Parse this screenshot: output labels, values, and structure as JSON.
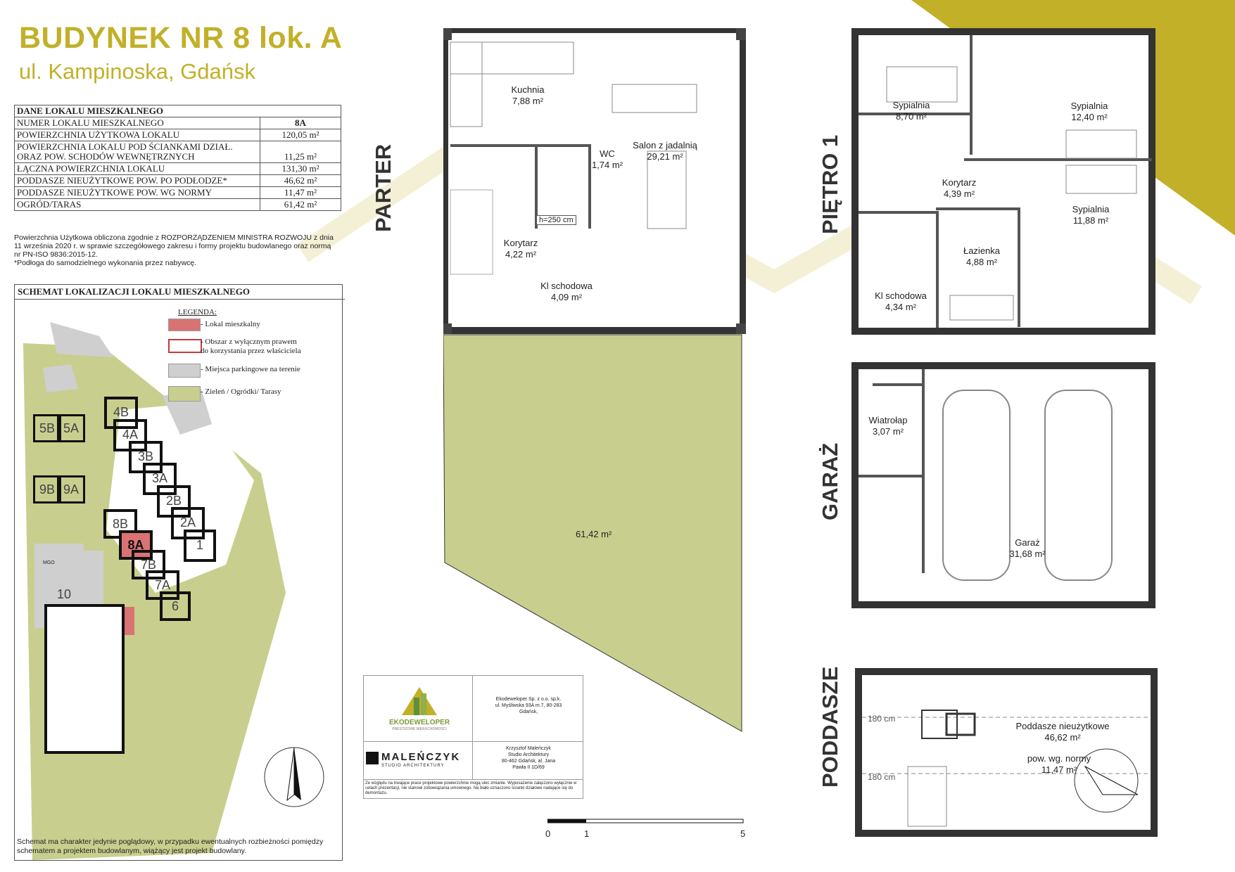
{
  "header": {
    "title": "BUDYNEK NR 8 lok. A",
    "subtitle": "ul. Kampinoska, Gdańsk"
  },
  "dane": {
    "heading": "DANE LOKALU MIESZKALNEGO",
    "rows": [
      {
        "label": "NUMER LOKALU MIESZKALNEGO",
        "value": "8A"
      },
      {
        "label": "POWIERZCHNIA UŻYTKOWA LOKALU",
        "value": "120,05 m²"
      },
      {
        "label": "POWIERZCHNIA LOKALU POD ŚCIANKAMI DZIAŁ. ORAZ POW. SCHODÓW WEWNĘTRZNYCH",
        "value": "11,25 m²"
      },
      {
        "label": "ŁĄCZNA POWIERZCHNIA LOKALU",
        "value": "131,30 m²"
      },
      {
        "label": "PODDASZE NIEUŻYTKOWE POW. PO PODŁODZE*",
        "value": "46,62 m²"
      },
      {
        "label": "PODDASZE NIEUŻYTKOWE POW. WG NORMY",
        "value": "11,47 m²"
      },
      {
        "label": "OGRÓD/TARAS",
        "value": "61,42 m²"
      }
    ],
    "note": "Powierzchnia Użytkowa obliczona zgodnie z ROZPORZĄDZENIEM MINISTRA ROZWOJU z dnia 11 września 2020 r. w sprawie szczegółowego zakresu i formy projektu budowlanego oraz normą nr PN-ISO 9836:2015-12.",
    "note2": "*Podłoga do samodzielnego wykonania przez nabywcę."
  },
  "schemat": {
    "heading": "SCHEMAT LOKALIZACJI LOKALU MIESZKALNEGO",
    "legend_title": "LEGENDA:",
    "legend": [
      {
        "label": "- Lokal mieszkalny",
        "color": "#d97373"
      },
      {
        "label": "- Obszar z wyłącznym prawem",
        "label2": "do korzystania przez właściciela",
        "color": "#ffffff"
      },
      {
        "label": "- Miejsca parkingowe na terenie",
        "color": "#cfcfcf"
      },
      {
        "label": "- Zieleń / Ogródki/ Tarasy",
        "color": "#c8cf8e"
      }
    ],
    "units": [
      "4B",
      "4A",
      "3B",
      "3A",
      "2B",
      "2A",
      "1",
      "5B",
      "5A",
      "9B",
      "9A",
      "8B",
      "8A",
      "7B",
      "7A",
      "6",
      "10"
    ],
    "mgo": "MGO",
    "footer": "Schemat ma charakter jedynie poglądowy, w przypadku ewentualnych rozbieżności pomiędzy schematem a projektem budowlanym, wiążący jest projekt budowlany."
  },
  "parter": {
    "label": "PARTER",
    "rooms": [
      {
        "name": "Kuchnia",
        "area": "7,88 m²"
      },
      {
        "name": "WC",
        "area": "1,74 m²"
      },
      {
        "name": "Salon z jadalnią",
        "area": "29,21 m²"
      },
      {
        "name": "Korytarz",
        "area": "4,22 m²"
      },
      {
        "name": "Kl schodowa",
        "area": "4,09 m²"
      }
    ],
    "height_note": "h=250 cm",
    "garden_area": "61,42 m²"
  },
  "pietro": {
    "label": "PIĘTRO 1",
    "rooms": [
      {
        "name": "Sypialnia",
        "area": "8,70 m²"
      },
      {
        "name": "Sypialnia",
        "area": "12,40 m²"
      },
      {
        "name": "Korytarz",
        "area": "4,39 m²"
      },
      {
        "name": "Sypialnia",
        "area": "11,88 m²"
      },
      {
        "name": "Łazienka",
        "area": "4,88 m²"
      },
      {
        "name": "Kl schodowa",
        "area": "4,34 m²"
      }
    ]
  },
  "garaz": {
    "label": "GARAŻ",
    "rooms": [
      {
        "name": "Wiatrołap",
        "area": "3,07 m²"
      },
      {
        "name": "Garaż",
        "area": "31,68 m²"
      }
    ]
  },
  "poddasze": {
    "label": "PODDASZE",
    "h1": "180 cm",
    "h2": "180 cm",
    "name": "Poddasze nieużytkowe",
    "area": "46,62 m²",
    "norm_name": "pow. wg. normy",
    "norm_area": "11,47 m²"
  },
  "scale": {
    "ticks": [
      "0",
      "1",
      "5"
    ]
  },
  "credits": {
    "ekodeweloper_logo": "EKODEWELOPER",
    "ekodeweloper_tag": "PRESTIŻOWE NIERUCHOMOŚCI",
    "ekodeweloper_lines": [
      "Ekodeweloper Sp. z o.o. sp.k.",
      "ul. Myśliwska 93A m.7, 80-283",
      "Gdańsk,"
    ],
    "malenczyk_logo": "MALEŃCZYK",
    "malenczyk_tag": "STUDIO ARCHITEKTURY",
    "malenczyk_lines": [
      "Krzysztof Maleńczyk",
      "Studio Architektury",
      "80-462 Gdańsk, al. Jana",
      "Pawła II 1D/69"
    ],
    "disclaimer": "Ze względu na trwające prace projektowe powierzchnie mogą ulec zmianie. Wyposażenie załączono wyłącznie w celach prezentacji, nie stanowi zobowiązania umownego. Na biało oznaczono ścianki działowe nadające się do demontażu."
  }
}
